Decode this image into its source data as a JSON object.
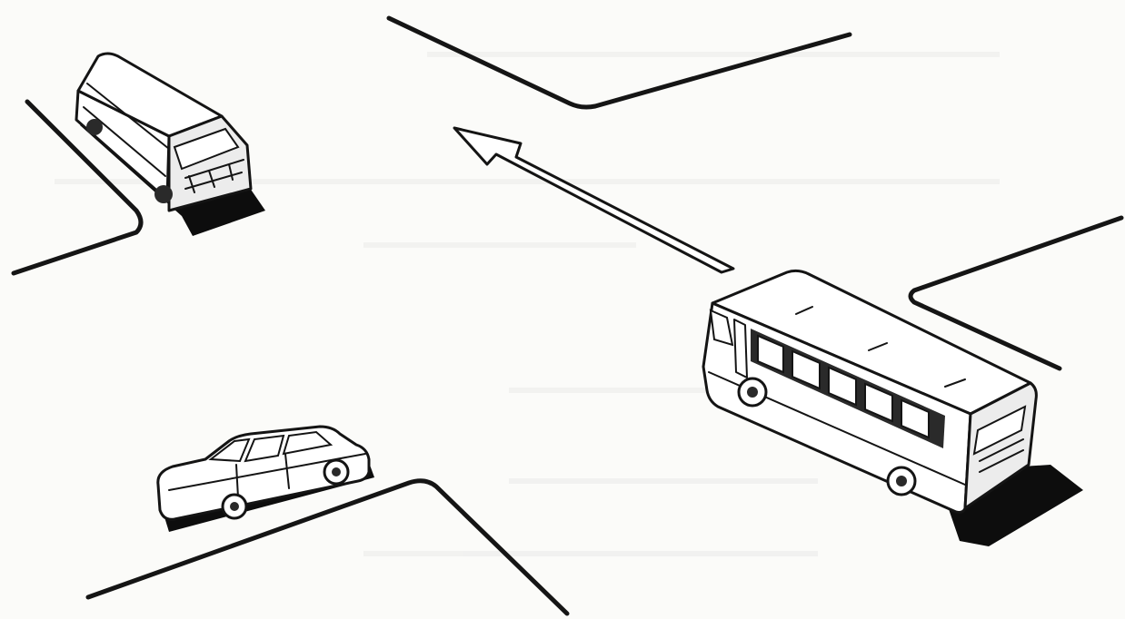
{
  "scene": {
    "elements": [
      "intersection",
      "van",
      "bus",
      "car",
      "direction-arrow"
    ],
    "colors": {
      "paper": "#fbfbf9",
      "ink": "#141414",
      "shadow": "#0d0d0d"
    }
  }
}
